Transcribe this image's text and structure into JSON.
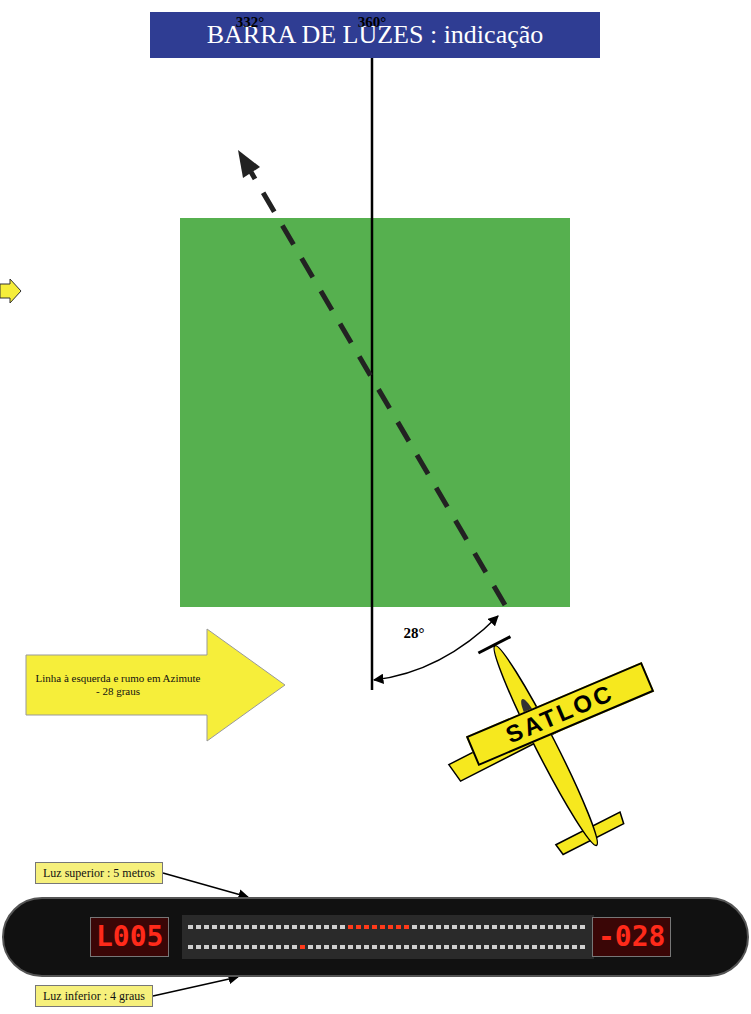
{
  "diagram": {
    "title": "BARRA DE LUZES : indicação",
    "nodes": [
      {
        "text": [
          "Linha à esquerda e rumo em Azimute - 28 graus"
        ]
      },
      {
        "text": [
          "Luz superior : 5 metros"
        ]
      },
      {
        "text": [
          "L005",
          "-028"
        ]
      },
      {
        "text": [
          "Luz inferior : 4 graus"
        ]
      }
    ],
    "edges": [
      {
        "from": 1,
        "to": 2,
        "arrow": "to"
      },
      {
        "from": 3,
        "to": 2,
        "arrow": "to"
      }
    ],
    "labels": [
      "332°",
      "360°",
      "28°",
      "SATLOC"
    ]
  }
}
